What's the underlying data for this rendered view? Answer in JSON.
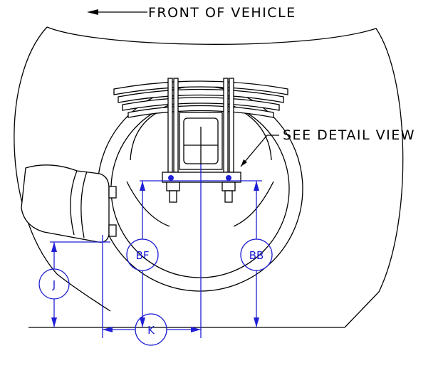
{
  "labels": {
    "front_of_vehicle": "FRONT OF VEHICLE",
    "see_detail_view": "SEE DETAIL VIEW"
  },
  "dimensions": {
    "bf": "BF",
    "bb": "BB",
    "j": "J",
    "k": "K"
  },
  "colors": {
    "drawing": "#000000",
    "dimension": "#1f1fd6"
  }
}
